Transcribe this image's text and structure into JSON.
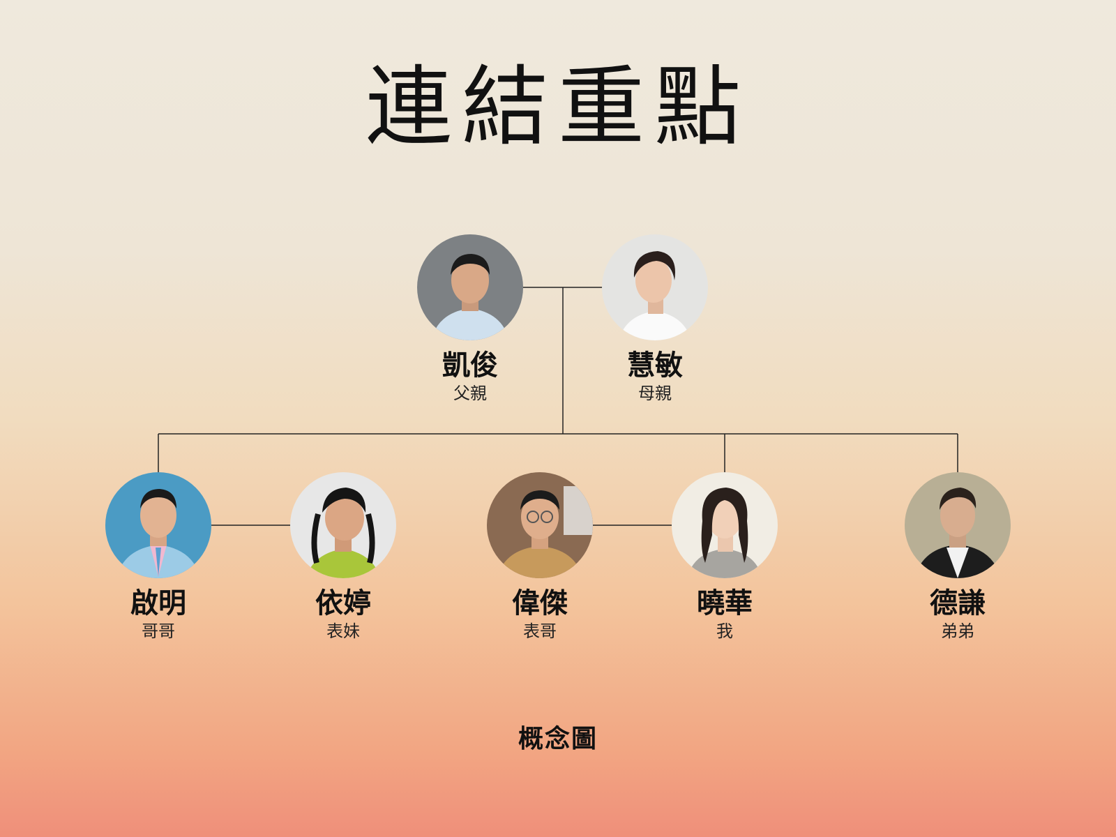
{
  "title": "連結重點",
  "caption": "概念圖",
  "colors": {
    "line": "#222222",
    "text": "#111111"
  },
  "people": {
    "father": {
      "name": "凱俊",
      "role": "父親"
    },
    "mother": {
      "name": "慧敏",
      "role": "母親"
    },
    "elder_brother": {
      "name": "啟明",
      "role": "哥哥"
    },
    "cousin_f": {
      "name": "依婷",
      "role": "表妹"
    },
    "cousin_m": {
      "name": "偉傑",
      "role": "表哥"
    },
    "me": {
      "name": "曉華",
      "role": "我"
    },
    "younger_brother": {
      "name": "德謙",
      "role": "弟弟"
    }
  }
}
